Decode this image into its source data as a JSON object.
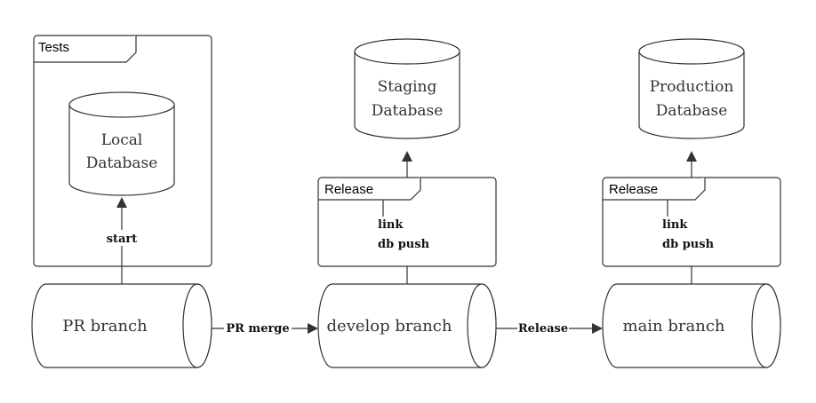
{
  "frames": {
    "tests": {
      "title": "Tests"
    },
    "release_staging": {
      "title": "Release"
    },
    "release_production": {
      "title": "Release"
    }
  },
  "databases": {
    "local": {
      "line1": "Local",
      "line2": "Database"
    },
    "staging": {
      "line1": "Staging",
      "line2": "Database"
    },
    "production": {
      "line1": "Production",
      "line2": "Database"
    }
  },
  "branches": {
    "pr": {
      "label": "PR branch"
    },
    "develop": {
      "label": "develop branch"
    },
    "main": {
      "label": "main branch"
    }
  },
  "edges": {
    "start": "start",
    "pr_merge": "PR merge",
    "release": "Release",
    "staging_cmd1": "link",
    "staging_cmd2": "db push",
    "production_cmd1": "link",
    "production_cmd2": "db push"
  },
  "colors": {
    "stroke": "#333333",
    "fill": "#ffffff"
  }
}
